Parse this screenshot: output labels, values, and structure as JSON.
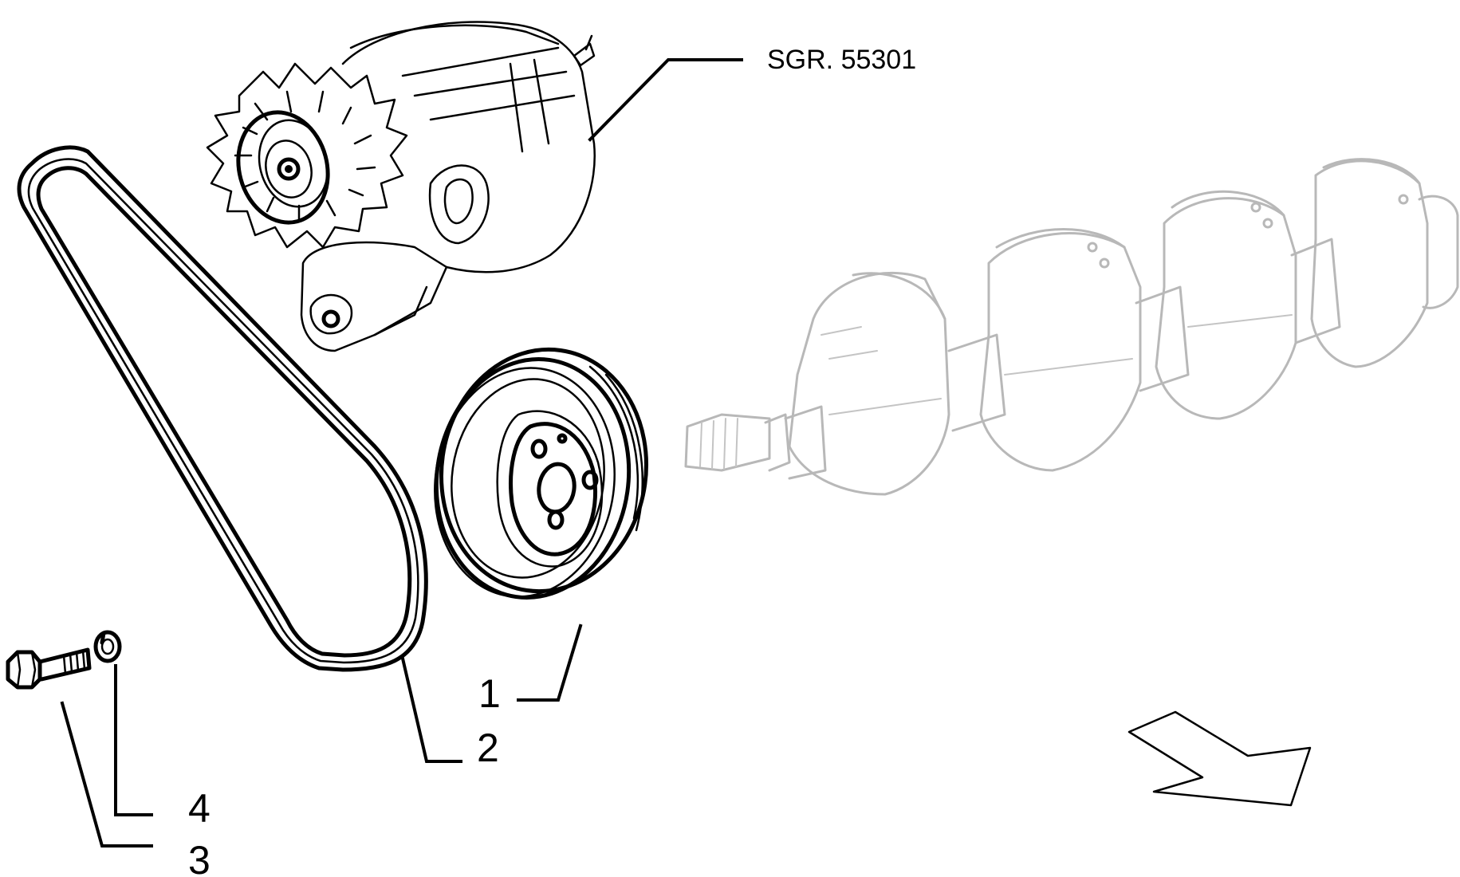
{
  "diagram": {
    "reference_label": "SGR. 55301",
    "callouts": [
      {
        "id": "1",
        "label": "1"
      },
      {
        "id": "2",
        "label": "2"
      },
      {
        "id": "3",
        "label": "3"
      },
      {
        "id": "4",
        "label": "4"
      }
    ],
    "colors": {
      "line": "#000000",
      "faded": "#b8b8b8",
      "background": "#ffffff"
    },
    "icons": {
      "direction": "direction-arrow-icon"
    }
  }
}
